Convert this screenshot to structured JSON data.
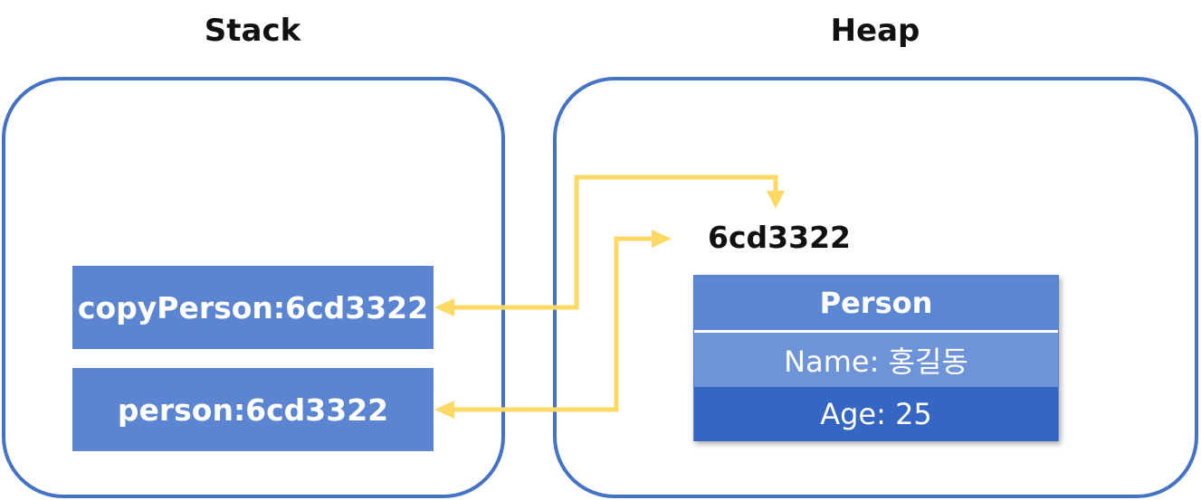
{
  "titles": {
    "stack": "Stack",
    "heap": "Heap"
  },
  "stack": {
    "variables": [
      {
        "label": "copyPerson:6cd3322"
      },
      {
        "label": "person:6cd3322"
      }
    ]
  },
  "heap": {
    "address": "6cd3322",
    "object": {
      "class_name": "Person",
      "fields": [
        {
          "label": "Name: 홍길동"
        },
        {
          "label": "Age: 25"
        }
      ]
    }
  },
  "colors": {
    "panel_border": "#4472c4",
    "variable_box": "#5b84d1",
    "arrow": "#ffd966",
    "card_header": "#5a86d3",
    "card_name_row": "#6d93d8",
    "card_age_row": "#3566c4"
  }
}
